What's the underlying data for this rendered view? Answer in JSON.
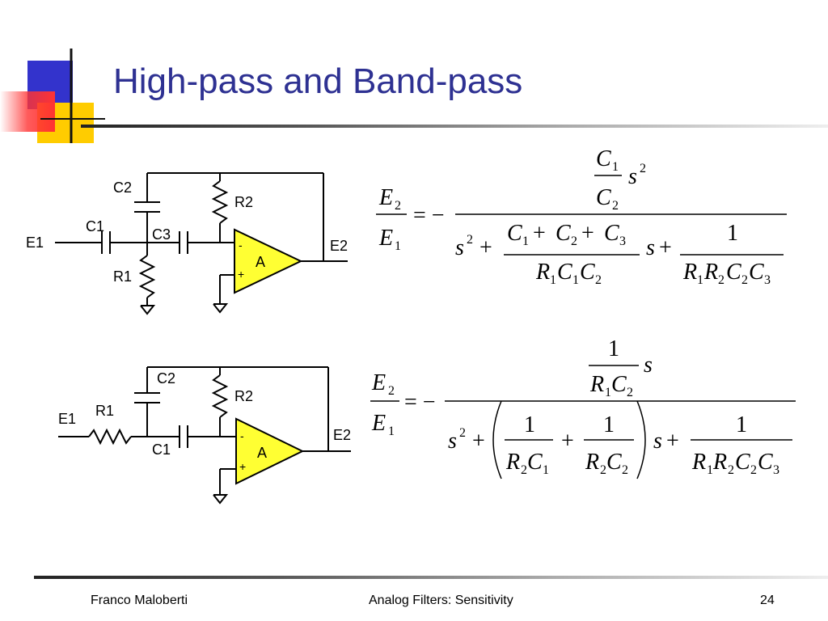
{
  "slide": {
    "title": "High-pass and Band-pass",
    "footer": {
      "author": "Franco Maloberti",
      "course": "Analog Filters: Sensitivity",
      "page_number": "24"
    }
  },
  "circuit_highpass": {
    "labels": {
      "input": "E1",
      "output": "E2",
      "c1": "C1",
      "c2": "C2",
      "c3": "C3",
      "r1": "R1",
      "r2": "R2",
      "amp": "A",
      "minus": "-",
      "plus": "+"
    }
  },
  "circuit_bandpass": {
    "labels": {
      "input": "E1",
      "output": "E2",
      "r1": "R1",
      "r2": "R2",
      "c1": "C1",
      "c2": "C2",
      "amp": "A",
      "minus": "-",
      "plus": "+"
    }
  },
  "colors": {
    "title": "#2e3192",
    "opamp_fill": "#ffff33",
    "logo_blue": "#3333cc",
    "logo_yellow": "#ffcc00",
    "logo_red": "#ff3333"
  }
}
